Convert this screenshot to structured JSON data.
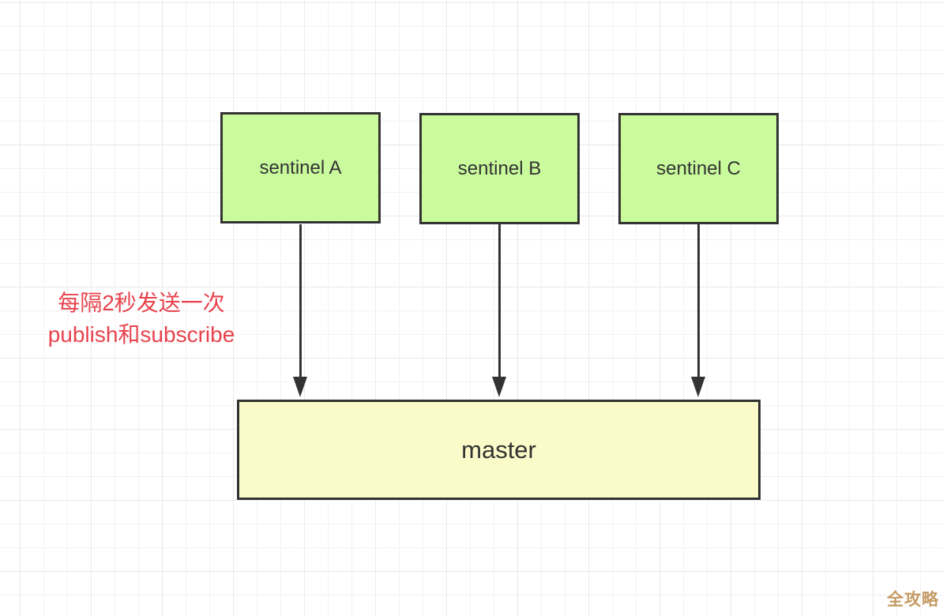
{
  "diagram": {
    "type": "flow-diagram",
    "nodes": {
      "sentinel_a": {
        "label": "sentinel A"
      },
      "sentinel_b": {
        "label": "sentinel B"
      },
      "sentinel_c": {
        "label": "sentinel C"
      },
      "master": {
        "label": "master"
      }
    },
    "edges": [
      {
        "from": "sentinel A",
        "to": "master",
        "style": "solid-arrow-down"
      },
      {
        "from": "sentinel B",
        "to": "master",
        "style": "solid-arrow-down"
      },
      {
        "from": "sentinel C",
        "to": "master",
        "style": "solid-arrow-down"
      }
    ],
    "annotation": {
      "line1": "每隔2秒发送一次",
      "line2": "publish和subscribe"
    },
    "watermark": "全攻略"
  },
  "colors": {
    "sentinel_fill": "#c9fa9c",
    "master_fill": "#fbfbca",
    "node_border": "#333333",
    "node_text": "#333333",
    "arrow": "#333333",
    "annotation_text": "#e8434d",
    "watermark_text": "#c49a62",
    "grid_minor": "#f2f2f2",
    "grid_major": "#e9e9e9"
  }
}
